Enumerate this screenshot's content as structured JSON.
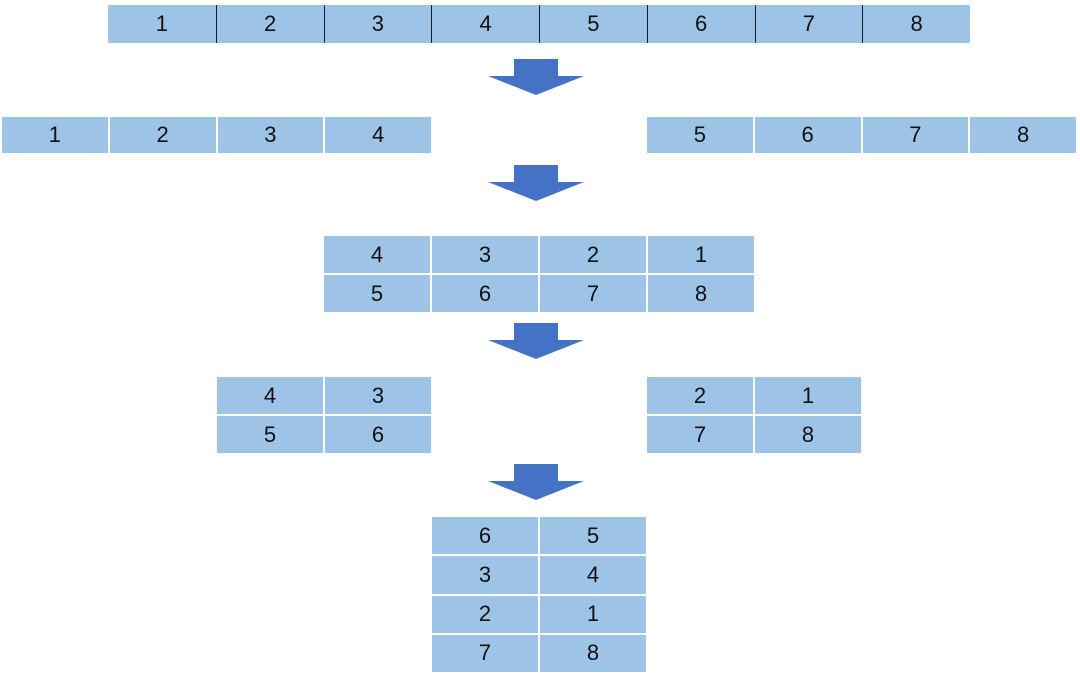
{
  "colors": {
    "cell_fill": "#9dc3e6",
    "arrow_fill": "#4472c4",
    "divider": "#1a1a1a"
  },
  "step1": [
    "1",
    "2",
    "3",
    "4",
    "5",
    "6",
    "7",
    "8"
  ],
  "step2": {
    "left": [
      "1",
      "2",
      "3",
      "4"
    ],
    "right": [
      "5",
      "6",
      "7",
      "8"
    ]
  },
  "step3": [
    [
      "4",
      "3",
      "2",
      "1"
    ],
    [
      "5",
      "6",
      "7",
      "8"
    ]
  ],
  "step4": {
    "left": [
      [
        "4",
        "3"
      ],
      [
        "5",
        "6"
      ]
    ],
    "right": [
      [
        "2",
        "1"
      ],
      [
        "7",
        "8"
      ]
    ]
  },
  "step5": [
    [
      "6",
      "5"
    ],
    [
      "3",
      "4"
    ],
    [
      "2",
      "1"
    ],
    [
      "7",
      "8"
    ]
  ],
  "arrows": [
    "down-arrow",
    "down-arrow",
    "down-arrow",
    "down-arrow"
  ]
}
